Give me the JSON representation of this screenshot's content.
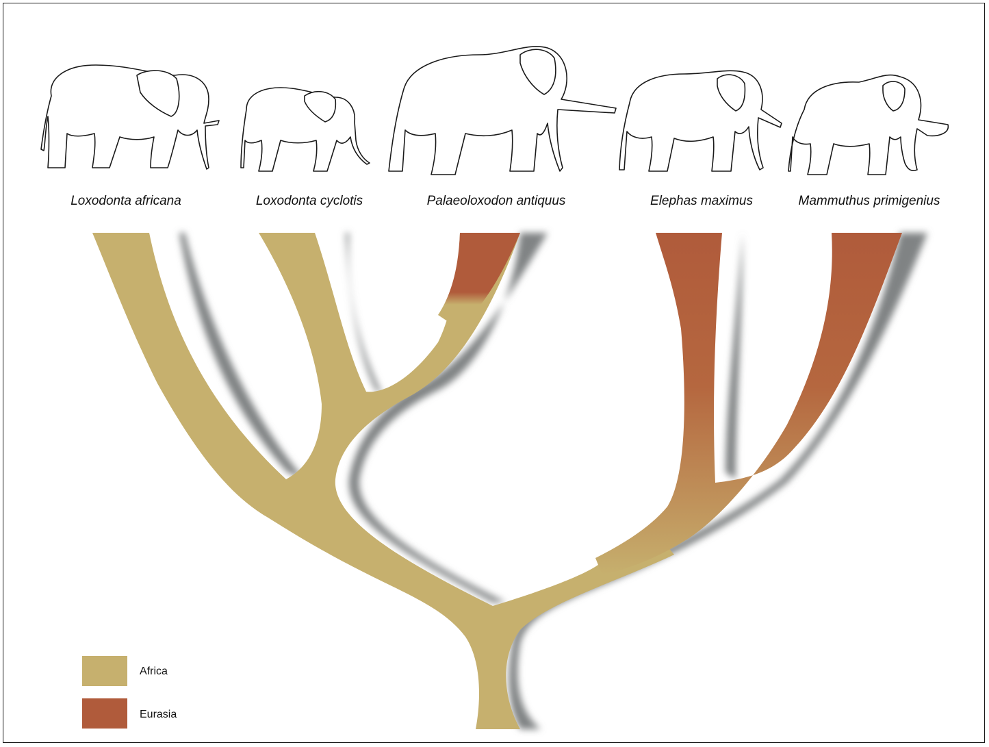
{
  "species": [
    {
      "name": "Loxodonta africana"
    },
    {
      "name": "Loxodonta cyclotis"
    },
    {
      "name": "Palaeoloxodon antiquus"
    },
    {
      "name": "Elephas maximus"
    },
    {
      "name": "Mammuthus primigenius"
    }
  ],
  "legend": [
    {
      "label": "Africa",
      "color": "#c6b06e"
    },
    {
      "label": "Eurasia",
      "color": "#b05b3b"
    }
  ],
  "colors": {
    "shadow": "#808384",
    "africa": "#c6b06e",
    "eurasia": "#b05b3b",
    "outline": "#1a1a1a"
  }
}
